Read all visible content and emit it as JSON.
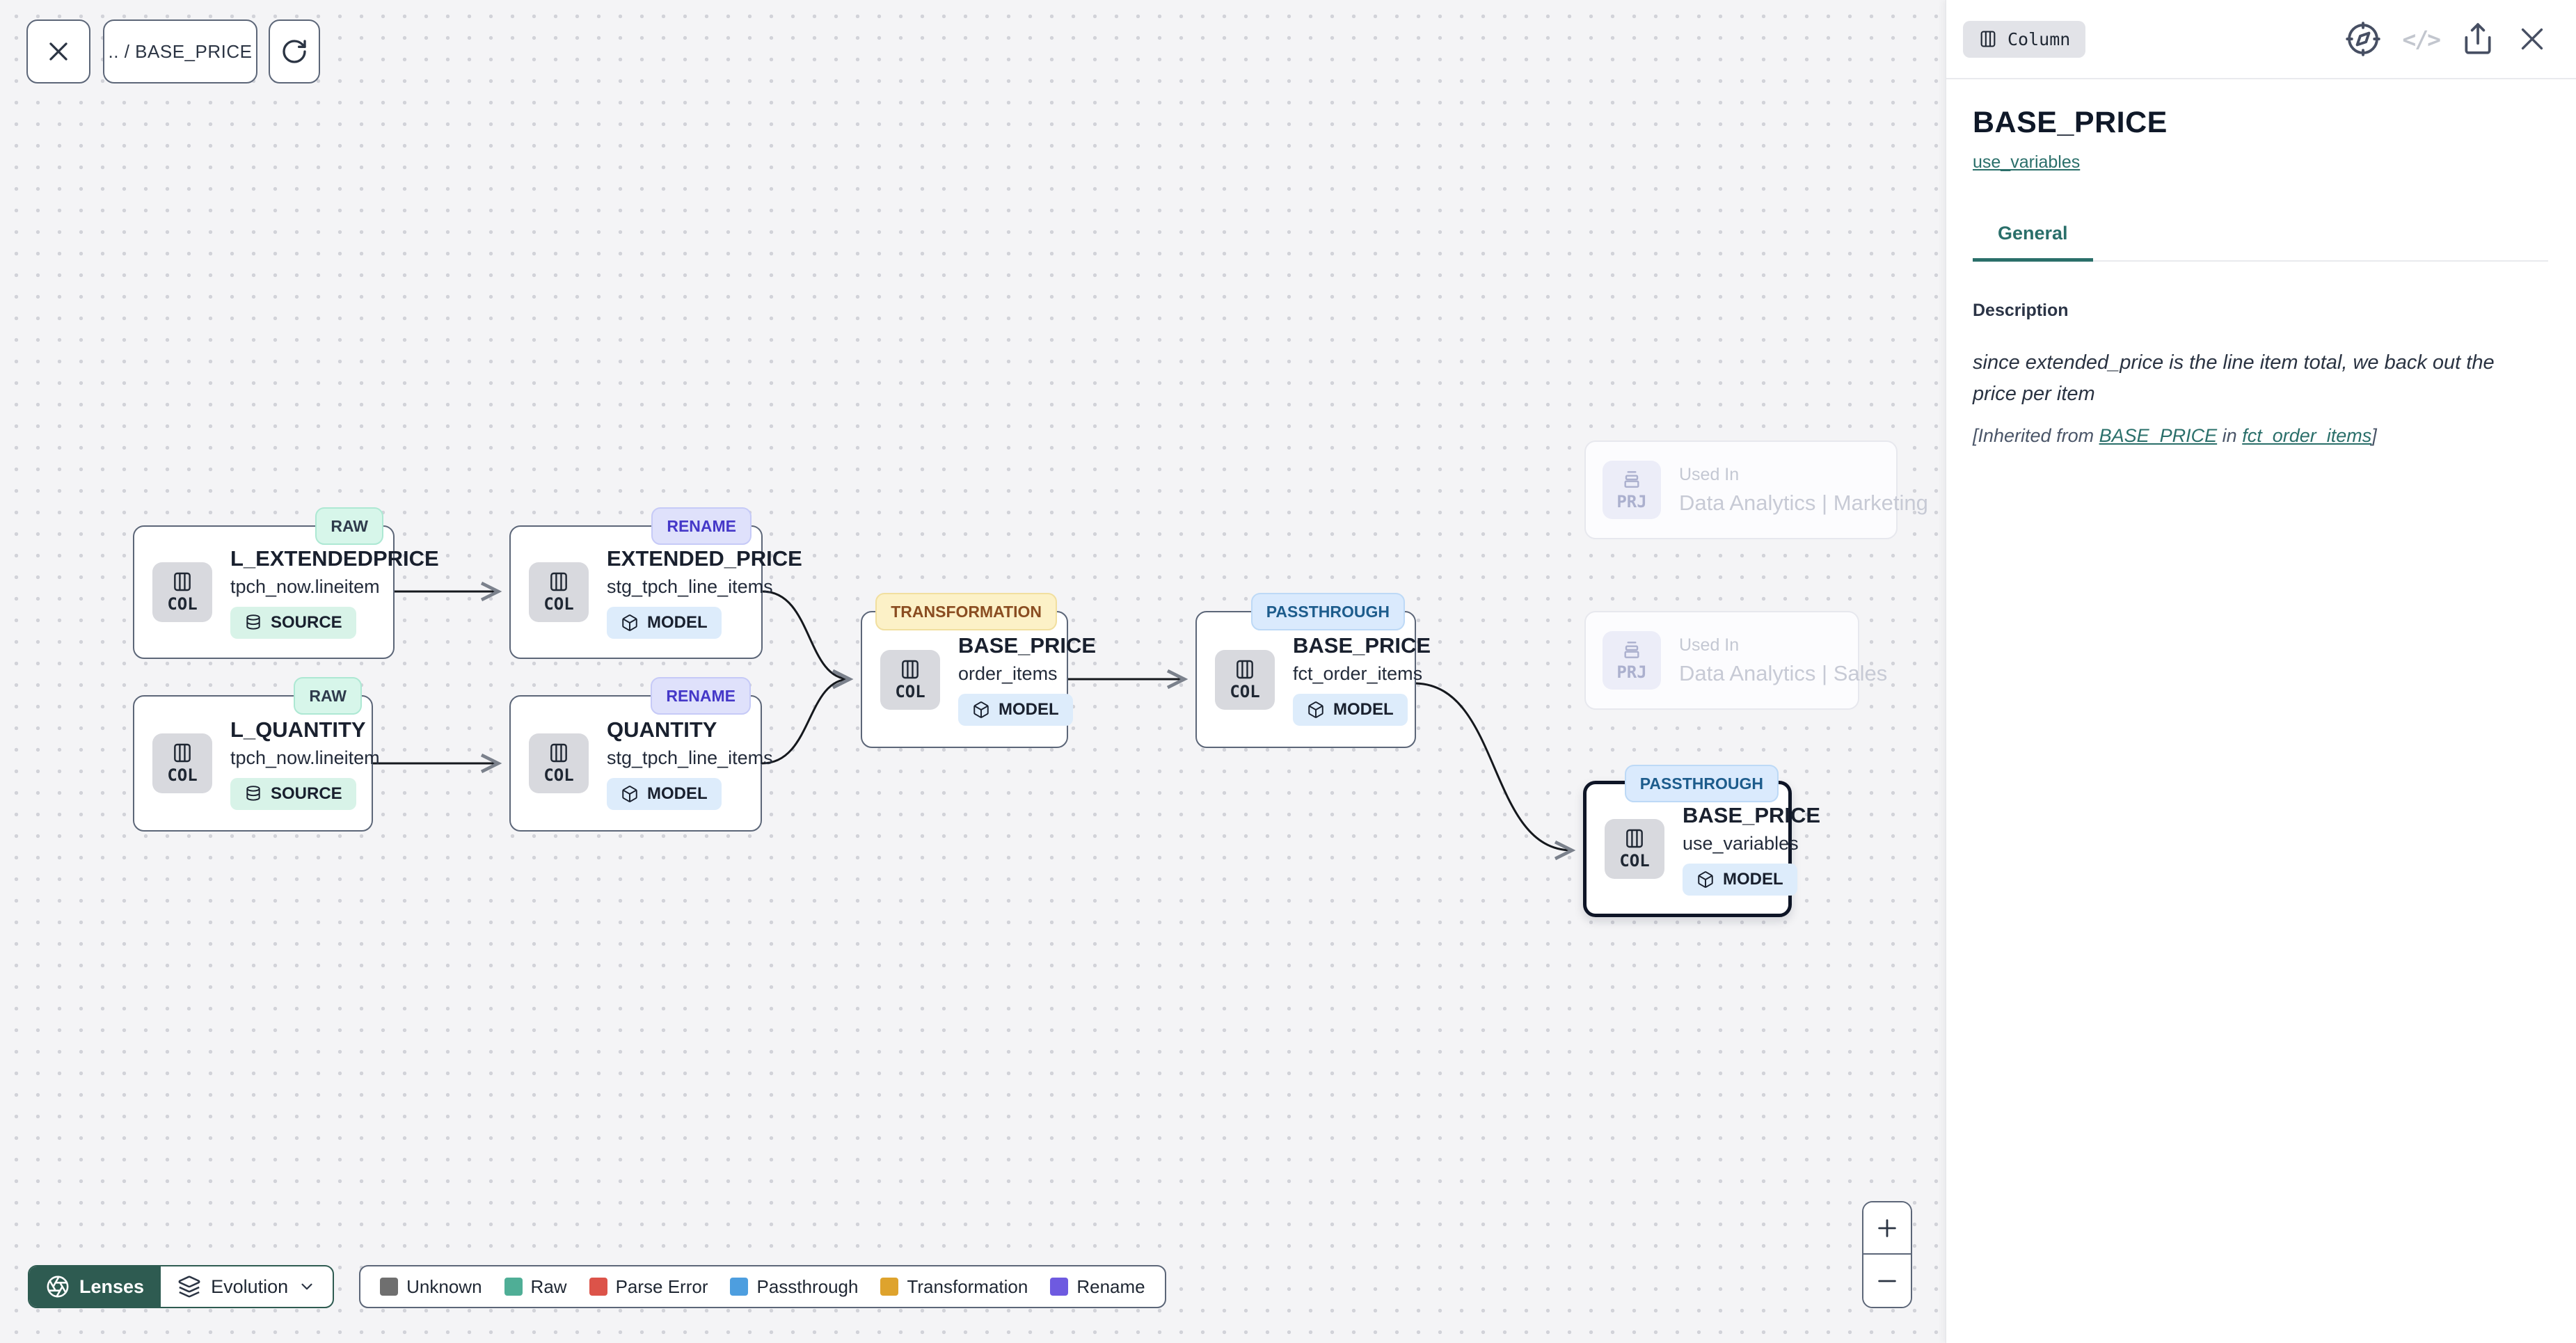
{
  "toolbar": {
    "breadcrumb": ".. / BASE_PRICE"
  },
  "canvas": {
    "nodes": [
      {
        "lens": "RAW",
        "chip": "COL",
        "title": "L_EXTENDEDPRICE",
        "subtitle": "tpch_now.lineitem",
        "kind": "SOURCE"
      },
      {
        "lens": "RENAME",
        "chip": "COL",
        "title": "EXTENDED_PRICE",
        "subtitle": "stg_tpch_line_items",
        "kind": "MODEL"
      },
      {
        "lens": "RAW",
        "chip": "COL",
        "title": "L_QUANTITY",
        "subtitle": "tpch_now.lineitem",
        "kind": "SOURCE"
      },
      {
        "lens": "RENAME",
        "chip": "COL",
        "title": "QUANTITY",
        "subtitle": "stg_tpch_line_items",
        "kind": "MODEL"
      },
      {
        "lens": "TRANSFORMATION",
        "chip": "COL",
        "title": "BASE_PRICE",
        "subtitle": "order_items",
        "kind": "MODEL"
      },
      {
        "lens": "PASSTHROUGH",
        "chip": "COL",
        "title": "BASE_PRICE",
        "subtitle": "fct_order_items",
        "kind": "MODEL"
      },
      {
        "lens": "PASSTHROUGH",
        "chip": "COL",
        "title": "BASE_PRICE",
        "subtitle": "use_variables",
        "kind": "MODEL",
        "selected": true
      }
    ],
    "ghost_nodes": [
      {
        "chip": "PRJ",
        "label": "Used In",
        "name": "Data Analytics | Marketing"
      },
      {
        "chip": "PRJ",
        "label": "Used In",
        "name": "Data Analytics | Sales"
      }
    ],
    "lenses": {
      "button_label": "Lenses",
      "selected_lens": "Evolution"
    },
    "legend": {
      "items": [
        {
          "label": "Unknown",
          "color": "#6F6F6F"
        },
        {
          "label": "Raw",
          "color": "#4FAE96"
        },
        {
          "label": "Parse Error",
          "color": "#DC5349"
        },
        {
          "label": "Passthrough",
          "color": "#4D9EDF"
        },
        {
          "label": "Transformation",
          "color": "#DEA32D"
        },
        {
          "label": "Rename",
          "color": "#6E5AE0"
        }
      ]
    },
    "zoom_controls": {
      "zoom_in": "+",
      "zoom_out": "−"
    }
  },
  "panel": {
    "type_badge": "Column",
    "title": "BASE_PRICE",
    "subtitle_link": "use_variables",
    "tabs": [
      {
        "label": "General",
        "active": true
      }
    ],
    "description": {
      "heading": "Description",
      "body": "since extended_price is the line item total, we back out the price per item",
      "inherited_prefix": "[Inherited from ",
      "inherited_link1": "BASE_PRICE",
      "inherited_middle": " in ",
      "inherited_link2": "fct_order_items",
      "inherited_suffix": "]"
    }
  },
  "colors": {
    "accent_teal": "#2A6F6A",
    "lenses_button_bg": "#2E5B51",
    "lens_raw_bg": "#D7F6EA",
    "lens_rename_text": "#4538C8",
    "lens_transformation_text": "#8A4D21",
    "lens_passthrough_text": "#1D5C8C"
  }
}
